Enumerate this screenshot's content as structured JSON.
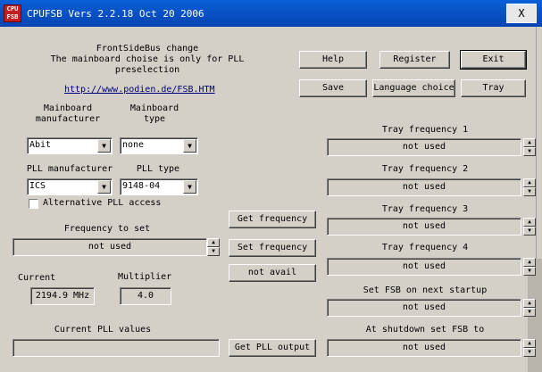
{
  "window": {
    "title": "CPUFSB   Vers 2.2.18  Oct 20 2006",
    "icon_text": "CPU FSB",
    "close_symbol": "X"
  },
  "header": {
    "line1": "FrontSideBus change",
    "line2": "The mainboard choise is only for PLL",
    "line3": "preselection",
    "link": "http://www.podien.de/FSB.HTM"
  },
  "buttons": {
    "help": "Help",
    "register": "Register",
    "exit": "Exit",
    "save": "Save",
    "language": "Language choice",
    "tray": "Tray",
    "get_frequency": "Get frequency",
    "set_frequency": "Set frequency",
    "not_avail": "not avail",
    "get_pll_output": "Get PLL output"
  },
  "mainboard": {
    "manufacturer_label_1": "Mainboard",
    "manufacturer_label_2": "manufacturer",
    "type_label_1": "Mainboard",
    "type_label_2": "type",
    "manufacturer_value": "Abit",
    "type_value": "none"
  },
  "pll": {
    "manufacturer_label": "PLL manufacturer",
    "type_label": "PLL type",
    "manufacturer_value": "ICS",
    "type_value": "9148-04",
    "alternative_label": "Alternative PLL access"
  },
  "frequency": {
    "to_set_label": "Frequency to set",
    "to_set_value": "not used",
    "current_label": "Current",
    "current_value": "2194.9 MHz",
    "multiplier_label": "Multiplier",
    "multiplier_value": "4.0",
    "current_pll_label": "Current PLL values",
    "current_pll_value": ""
  },
  "tray_panel": [
    {
      "label": "Tray frequency 1",
      "value": "not used"
    },
    {
      "label": "Tray frequency 2",
      "value": "not used"
    },
    {
      "label": "Tray frequency 3",
      "value": "not used"
    },
    {
      "label": "Tray frequency 4",
      "value": "not used"
    },
    {
      "label": "Set FSB on next startup",
      "value": "not used"
    },
    {
      "label": "At shutdown set FSB to",
      "value": "not used"
    }
  ],
  "icons": {
    "spin_up": "▲",
    "spin_down": "▼",
    "combo_arrow": "▼"
  }
}
